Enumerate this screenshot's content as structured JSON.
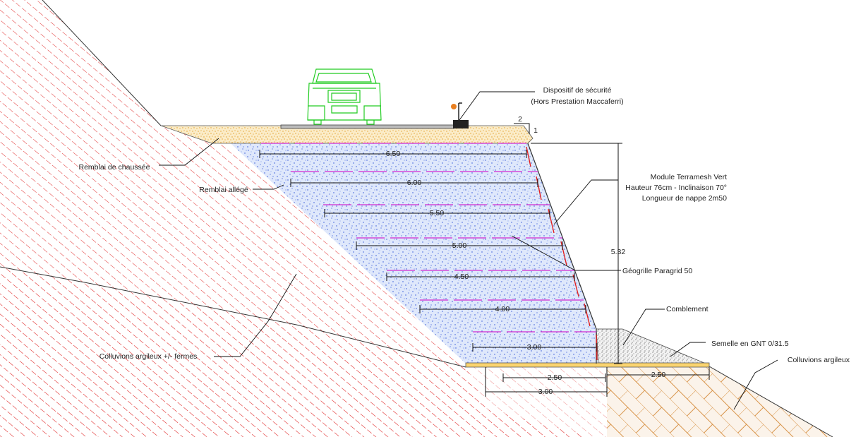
{
  "labels": {
    "safety_line1": "Dispositif de sécurité",
    "safety_line2": "(Hors Prestation Maccaferri)",
    "slope_top": "2",
    "slope_bottom": "1",
    "remblai_chaussee": "Remblai de chaussée",
    "remblai_allege": "Remblai allégé",
    "module_line1": "Module Terramesh Vert",
    "module_line2": "Hauteur 76cm - Inclinaison 70°",
    "module_line3": "Longueur de nappe 2m50",
    "height_dim": "5.32",
    "geogrille": "Géogrille Paragrid 50",
    "comblement": "Comblement",
    "semelle": "Semelle en GNT 0/31.5",
    "colluvions_fermes": "Colluvions argileux +/- fermes",
    "colluvions": "Colluvions argileux"
  },
  "layer_lengths": [
    "6.50",
    "6.00",
    "5.50",
    "5.00",
    "4.50",
    "4.00",
    "3.00"
  ],
  "base_dims": {
    "inner": "2.50",
    "outer": "3.00",
    "right": "2.50"
  },
  "colors": {
    "clay_hatch": "#e23a3a",
    "light_fill": "#2a4fd6",
    "road_fill": "#e8a020",
    "car": "#22cc22",
    "geogrid": "#d02ad0",
    "brick_hatch": "#d8944a"
  }
}
